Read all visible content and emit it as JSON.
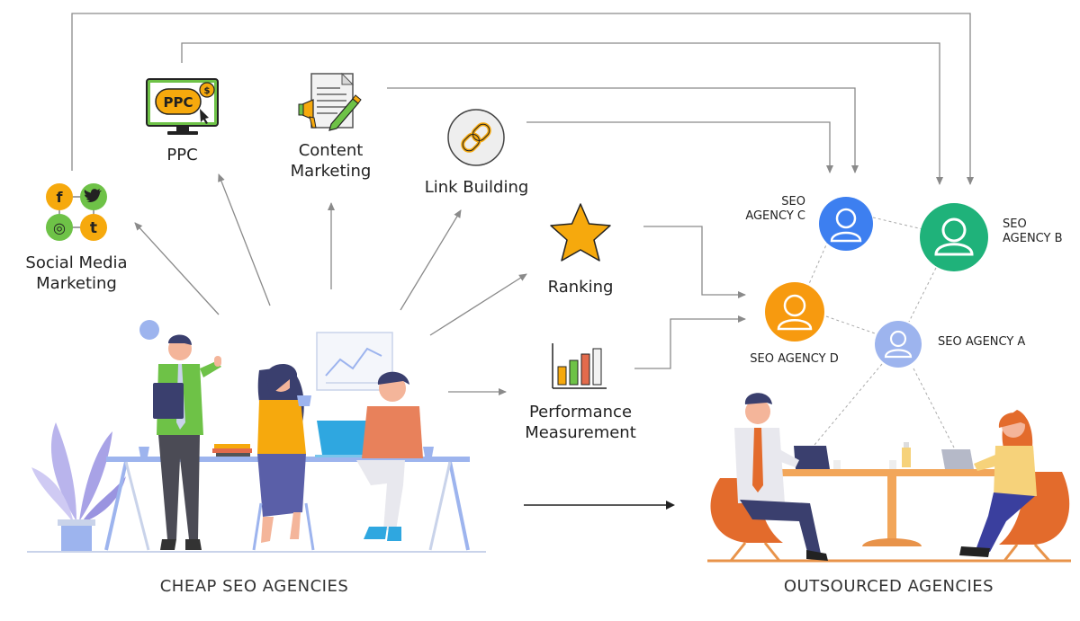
{
  "diagram": {
    "channels": {
      "social_media": "Social Media\nMarketing",
      "ppc": "PPC",
      "ppc_screen_text": "PPC",
      "ppc_dollar": "$",
      "content_marketing": "Content\nMarketing",
      "link_building": "Link Building",
      "ranking": "Ranking",
      "performance": "Performance\nMeasurement"
    },
    "social_icons": {
      "facebook": "f",
      "instagram": "◎",
      "tumblr": "t"
    },
    "agencies": {
      "a": "SEO AGENCY A",
      "b": "SEO\nAGENCY B",
      "c": "SEO\nAGENCY C",
      "d": "SEO AGENCY D"
    },
    "groups": {
      "cheap": "CHEAP SEO AGENCIES",
      "outsourced": "OUTSOURCED AGENCIES"
    },
    "colors": {
      "agency_a": "#9db4ee",
      "agency_b": "#1fb27a",
      "agency_c": "#3d7ff0",
      "agency_d": "#f79a0f",
      "star": "#f6a90d",
      "arrow": "#8a8a8a"
    }
  }
}
